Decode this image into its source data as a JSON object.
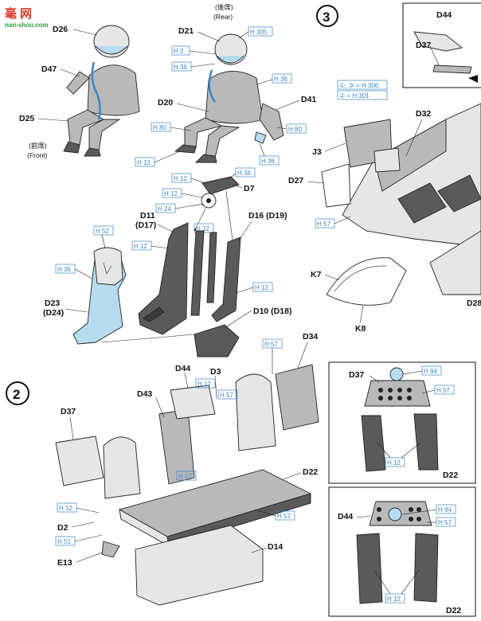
{
  "watermark": {
    "brand": "毫 网",
    "url": "nan-shou.com"
  },
  "steps": {
    "step2": "2",
    "step3": "3"
  },
  "rear_pilot": {
    "caption_jp": "(後席)",
    "caption_en": "(Rear)"
  },
  "front_pilot": {
    "caption_jp": "(前席)",
    "caption_en": "(Front)"
  },
  "part_labels": {
    "D26": "D26",
    "D47": "D47",
    "D25": "D25",
    "D21": "D21",
    "D20": "D20",
    "D41": "D41",
    "D7": "D7",
    "D11": "D11",
    "D17": "(D17)",
    "D16": "D16 (D19)",
    "D10": "D10 (D18)",
    "D23": "D23",
    "D24": "(D24)",
    "J3": "J3",
    "D32": "D32",
    "D27": "D27",
    "K7": "K7",
    "K8": "K8",
    "D28": "D28",
    "D44_top": "D44",
    "D37_top": "D37",
    "D44": "D44",
    "D3": "D3",
    "D43": "D43",
    "D34": "D34",
    "D37": "D37",
    "D22": "D22",
    "D2": "D2",
    "E13": "E13",
    "D14": "D14",
    "D37_panel": "D37",
    "D22_panel1": "D22",
    "D44_panel": "D44",
    "D22_panel2": "D22"
  },
  "paint_codes": {
    "h305_a": "H 305",
    "h2_a": "H 2",
    "h36_a": "H 36",
    "h36_b": "H 36",
    "h80_a": "H 80",
    "h80_b": "H 80",
    "h12_a": "H 12",
    "h36_c": "H 36",
    "h12_b": "H 12",
    "h36_d": "H 36",
    "h12_c": "H 12",
    "h24_a": "H 24",
    "h12_d": "H 12",
    "h12_e": "H 12",
    "h12_f": "H 12",
    "h52": "H 52",
    "h36_e": "H 36",
    "h57_a": "H 57",
    "legend1": "①, ③ = H 306",
    "legend2": "② = H 301",
    "h57_b": "H 57",
    "h12_g": "H 12",
    "h57_c": "H 57",
    "h57_d": "H 57",
    "h12_h": "H 12",
    "h51": "H 51",
    "h57_e": "H 57",
    "h94_a": "H 94",
    "h57_f": "H 57",
    "h12_panel1": "H 12",
    "h94_b": "H 94",
    "h57_g": "H 57",
    "h12_panel2": "H 12"
  },
  "colors": {
    "paint_blue": "#3b86c7",
    "part_light": "#e6e6e6",
    "part_mid": "#b9b9b9",
    "part_dark": "#5a5a5a",
    "part_blue": "#b7dcef",
    "watermark_red": "#e03a2a",
    "watermark_green": "#2a9a3a"
  }
}
